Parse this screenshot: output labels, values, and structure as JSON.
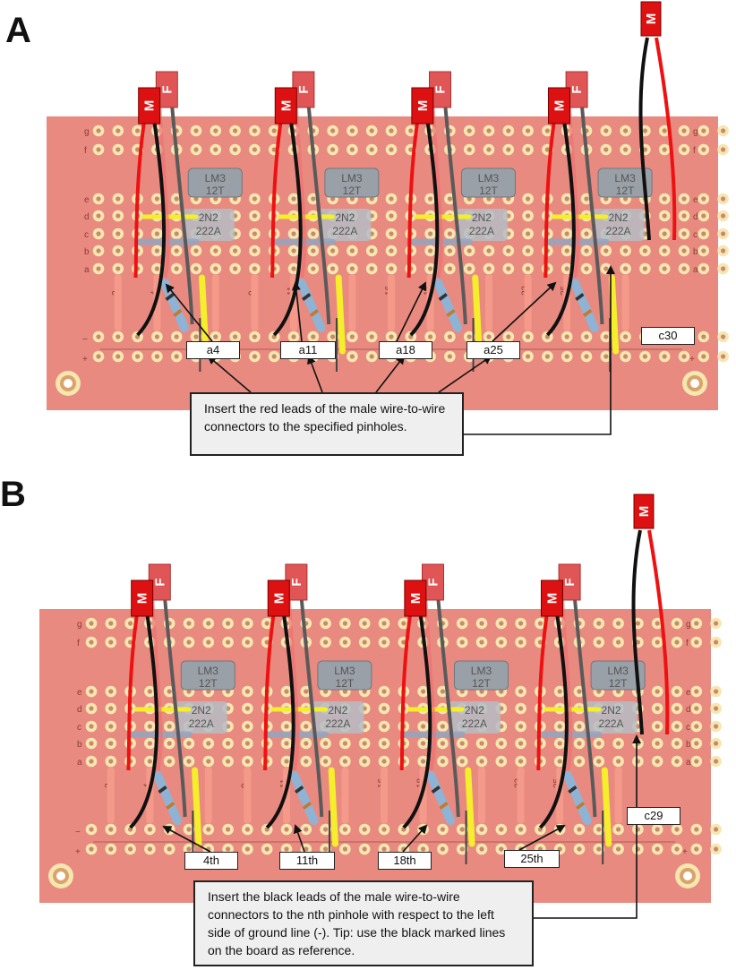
{
  "panels": [
    {
      "letter": "A",
      "labels": [
        "a4",
        "a11",
        "a18",
        "a25",
        "c30"
      ],
      "note": "Insert the red leads of the male wire-to-wire connectors to the specified pinholes."
    },
    {
      "letter": "B",
      "labels": [
        "4th",
        "11th",
        "18th",
        "25th",
        "c29"
      ],
      "note": "Insert the black leads of the male wire-to-wire connectors to the nth pinhole with respect to the left side of ground line (-). Tip: use the black marked lines on the board as reference."
    }
  ],
  "connector_male": "M",
  "connector_female": "F",
  "board": {
    "row_letters_top": [
      "g",
      "f"
    ],
    "row_letters_mid": [
      "e",
      "d",
      "c",
      "b",
      "a"
    ],
    "rail_minus": "−",
    "rail_plus": "+",
    "column_numbers": [
      "2",
      "4",
      "9",
      "11",
      "16",
      "18",
      "23",
      "25",
      "30"
    ],
    "chip_label_1": "LM3",
    "chip_label_2": "12T",
    "transistor_label_1": "2N2",
    "transistor_label_2": "222A"
  },
  "colors": {
    "board": "#e88a80",
    "hole_ring": "#f6e6b0",
    "hole_center": "#c9896e",
    "wire_red": "#ee1111",
    "wire_black": "#111111",
    "wire_gray": "#5a5a5a",
    "male_connector": "#dd1111",
    "female_connector": "#e05555",
    "yellow_jumper": "#f5ee2a"
  }
}
